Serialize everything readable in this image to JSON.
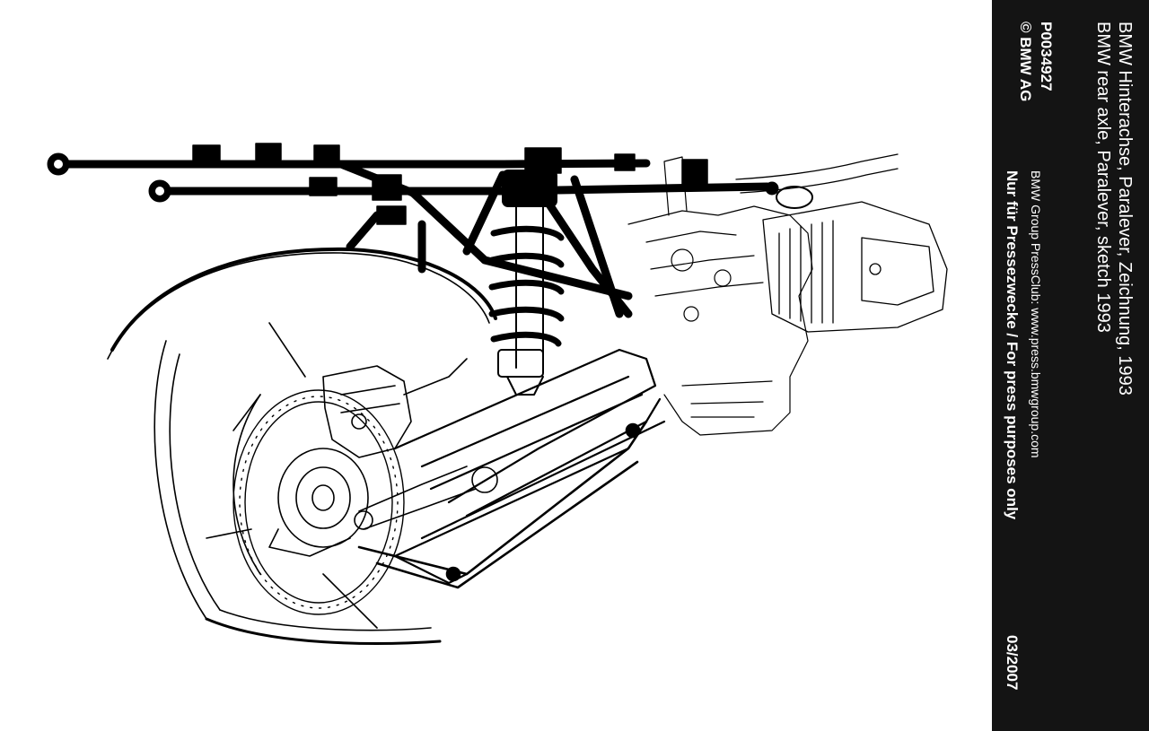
{
  "image": {
    "subject": "sketch-rear-axle-paralever",
    "colors": {
      "background": "#ffffff",
      "ink": "#000000",
      "caption_bg": "#141414",
      "caption_text": "#ffffff"
    }
  },
  "caption": {
    "title_de": "BMW Hinterachse, Paralever, Zeichnung, 1993",
    "title_en": "BMW rear axle, Paralever, sketch 1993",
    "photo_id": "P0034927",
    "copyright": "© BMW AG",
    "source": "BMW Group PressClub: www.press.bmwgroup.com",
    "usage": "Nur für Pressezwecke / For press purposes only",
    "date": "03/2007"
  }
}
